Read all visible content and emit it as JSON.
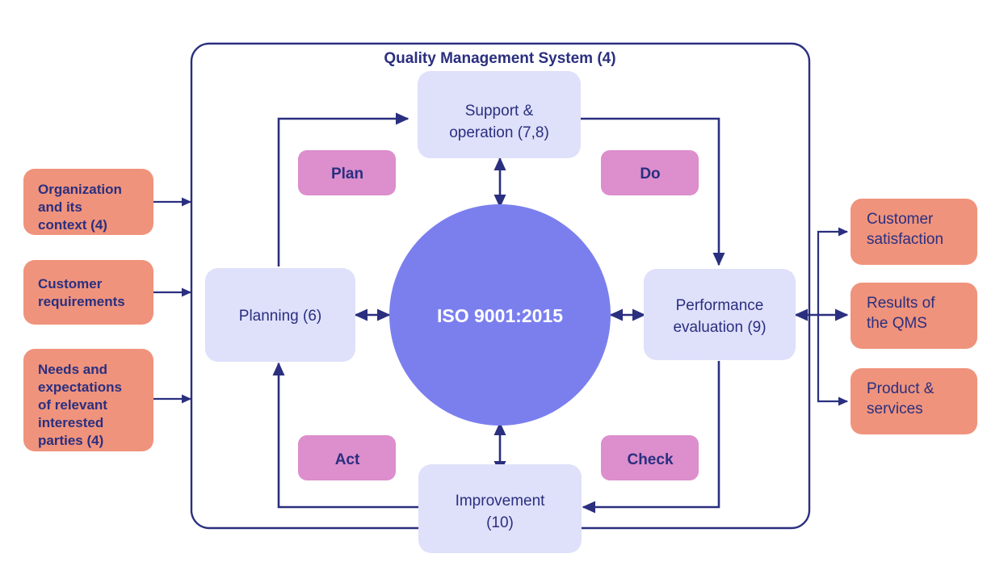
{
  "diagram": {
    "title": "Quality Management System (4)",
    "core": {
      "label": "ISO 9001:2015",
      "color": "#7b7fee"
    },
    "colors": {
      "frame": "#2a2f7f",
      "process_box": "#dfe0fa",
      "pdca_box": "#dc8ecd",
      "io_box": "#f0937c",
      "text": "#2a2f7f",
      "core_text": "#ffffff"
    },
    "process_nodes": [
      {
        "id": "support",
        "label_line1": "Support &",
        "label_line2": "operation (7,8)"
      },
      {
        "id": "performance",
        "label_line1": "Performance",
        "label_line2": "evaluation (9)"
      },
      {
        "id": "improvement",
        "label_line1": "Improvement",
        "label_line2": "(10)"
      },
      {
        "id": "planning",
        "label_line1": "Planning (6)",
        "label_line2": ""
      }
    ],
    "pdca_nodes": [
      {
        "id": "plan",
        "label": "Plan"
      },
      {
        "id": "do",
        "label": "Do"
      },
      {
        "id": "check",
        "label": "Check"
      },
      {
        "id": "act",
        "label": "Act"
      }
    ],
    "inputs": [
      {
        "id": "organization-context",
        "lines": [
          "Organization",
          "and its",
          "context (4)"
        ]
      },
      {
        "id": "customer-requirements",
        "lines": [
          "Customer",
          "requirements"
        ]
      },
      {
        "id": "needs-expectations",
        "lines": [
          "Needs and",
          "expectations",
          "of relevant",
          "interested",
          "parties (4)"
        ]
      }
    ],
    "outputs": [
      {
        "id": "customer-satisfaction",
        "lines": [
          "Customer",
          "satisfaction"
        ]
      },
      {
        "id": "results-qms",
        "lines": [
          "Results of",
          "the QMS"
        ]
      },
      {
        "id": "product-services",
        "lines": [
          "Product &",
          "services"
        ]
      }
    ]
  }
}
